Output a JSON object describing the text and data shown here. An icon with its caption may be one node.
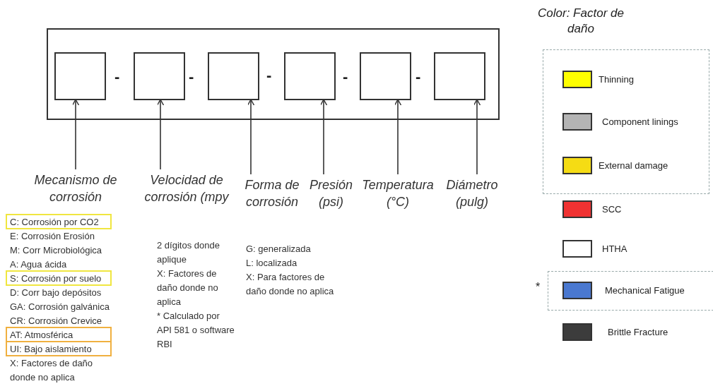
{
  "diagram": {
    "nodes": [
      {
        "text": [],
        "shape": "box"
      },
      {
        "text": [],
        "shape": "box",
        "in": 0
      },
      {
        "text": [],
        "shape": "box",
        "in": 0
      },
      {
        "text": [],
        "shape": "box",
        "in": 0
      },
      {
        "text": [],
        "shape": "box",
        "in": 0
      },
      {
        "text": [],
        "shape": "box",
        "in": 0
      },
      {
        "text": [],
        "shape": "box",
        "in": 0
      },
      {
        "text": [
          "Mecanismo de corrosión"
        ]
      },
      {
        "text": [
          "Velocidad de corrosión (mpy"
        ]
      },
      {
        "text": [
          "Forma de corrosión"
        ]
      },
      {
        "text": [
          "Presión (psi)"
        ]
      },
      {
        "text": [
          "Temperatura (°C)"
        ]
      },
      {
        "text": [
          "Diámetro (pulg)"
        ]
      },
      {
        "text": [
          "C: Corrosión por CO2"
        ]
      },
      {
        "text": [
          "S: Corrosión por suelo"
        ]
      },
      {
        "text": [
          "AT: Atmosférica"
        ]
      },
      {
        "text": [
          "UI: Bajo aislamiento"
        ]
      }
    ],
    "edges": [
      {
        "from": 7,
        "to": 1,
        "arrow": "to"
      },
      {
        "from": 8,
        "to": 2,
        "arrow": "to"
      },
      {
        "from": 9,
        "to": 3,
        "arrow": "to"
      },
      {
        "from": 10,
        "to": 4,
        "arrow": "to"
      },
      {
        "from": 11,
        "to": 5,
        "arrow": "to"
      },
      {
        "from": 12,
        "to": 6,
        "arrow": "to"
      }
    ],
    "labels": [
      "-",
      "-",
      "-",
      "-",
      "-",
      "E: Corrosión Erosión",
      "M: Corr Microbiológica",
      "A: Agua ácida",
      "D: Corr bajo depósitos",
      "GA: Corrosión galvánica",
      "CR: Corrosión Crevice",
      "X: Factores de daño donde no aplica",
      "2 dígitos donde aplique",
      "X: Factores de daño donde no aplica",
      "* Calculado por API 581 o software RBI",
      "G: generalizada",
      "L: localizada",
      "X: Para factores de daño donde no aplica",
      "Color: Factor de daño",
      "*"
    ],
    "legend": [
      {
        "text": "Thinning",
        "color": "#ffff00"
      },
      {
        "text": "Component linings",
        "color": "#b4b4b4"
      },
      {
        "text": "External damage",
        "color": "#f5dc14"
      },
      {
        "text": "SCC",
        "color": "#f03232"
      },
      {
        "text": "HTHA",
        "color": "#ffffff"
      },
      {
        "text": "Mechanical Fatigue",
        "color": "#4a78d0"
      },
      {
        "text": "Brittle Fracture",
        "color": "#3c3c3c"
      }
    ]
  }
}
